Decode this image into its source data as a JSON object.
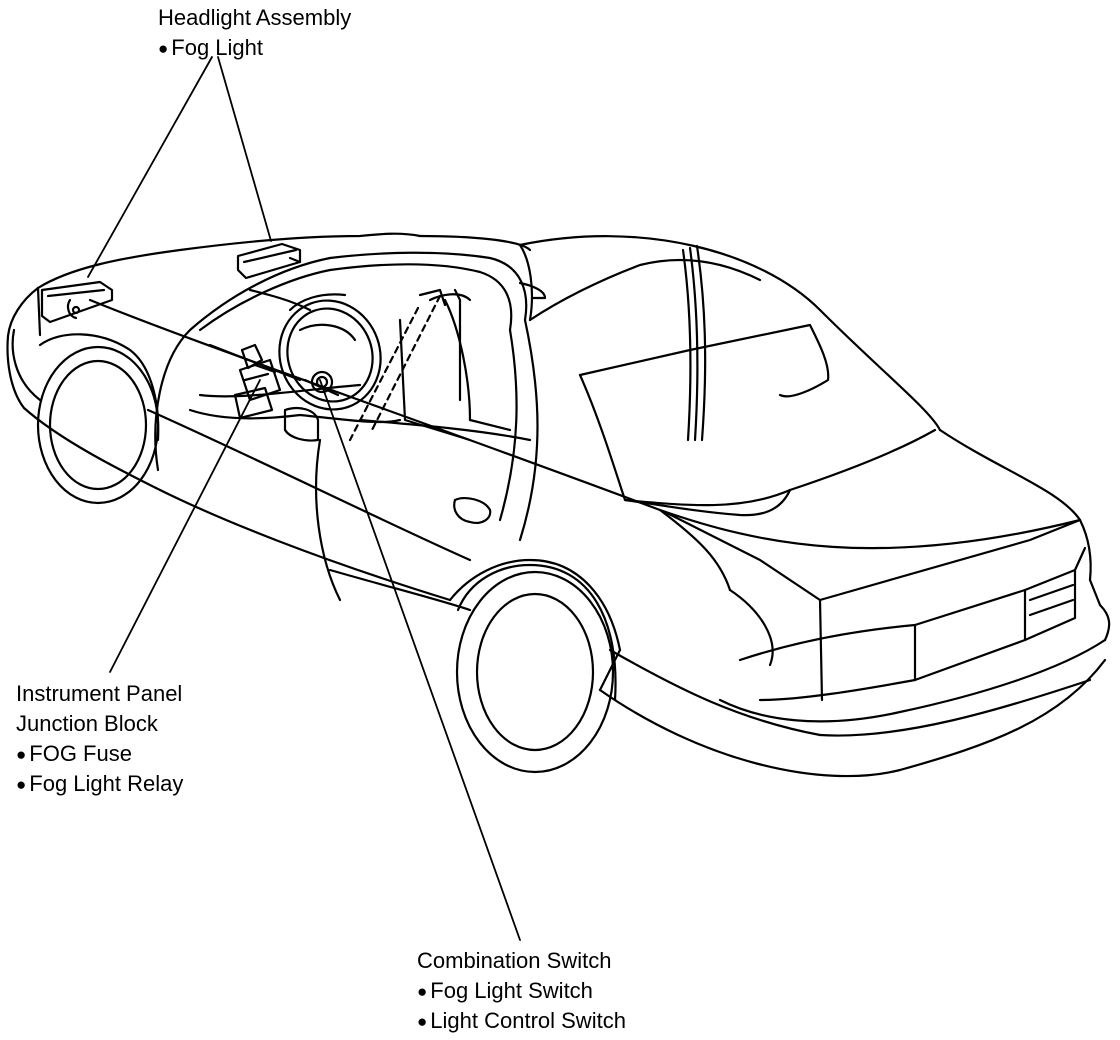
{
  "callouts": {
    "headlight": {
      "title": "Headlight Assembly",
      "items": [
        "Fog Light"
      ]
    },
    "junction_block": {
      "title_line1": "Instrument Panel",
      "title_line2": "Junction Block",
      "items": [
        "FOG Fuse",
        "Fog Light Relay"
      ]
    },
    "combination_switch": {
      "title": "Combination Switch",
      "items": [
        "Fog Light Switch",
        "Light Control Switch"
      ]
    }
  },
  "colors": {
    "ink": "#000000",
    "paper": "#ffffff"
  }
}
